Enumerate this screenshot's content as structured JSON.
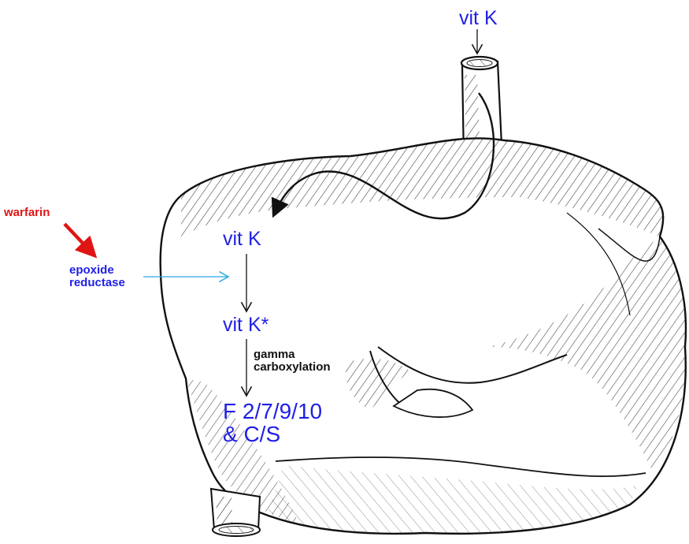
{
  "labels": {
    "vitk_top": "vit K",
    "vitk_liver": "vit K",
    "vitk_active": "vit K*",
    "warfarin": "warfarin",
    "enzyme_line1": "epoxide",
    "enzyme_line2": "reductase",
    "process_line1": "gamma",
    "process_line2": "carboxylation",
    "factors_line1": "F 2/7/9/10",
    "factors_line2": "& C/S"
  },
  "colors": {
    "label_blue": "#1f1fe6",
    "warfarin_red": "#e01414",
    "inhibition_arrow": "#e01414",
    "enzyme_arrow": "#29a9e0",
    "ink": "#111111"
  }
}
